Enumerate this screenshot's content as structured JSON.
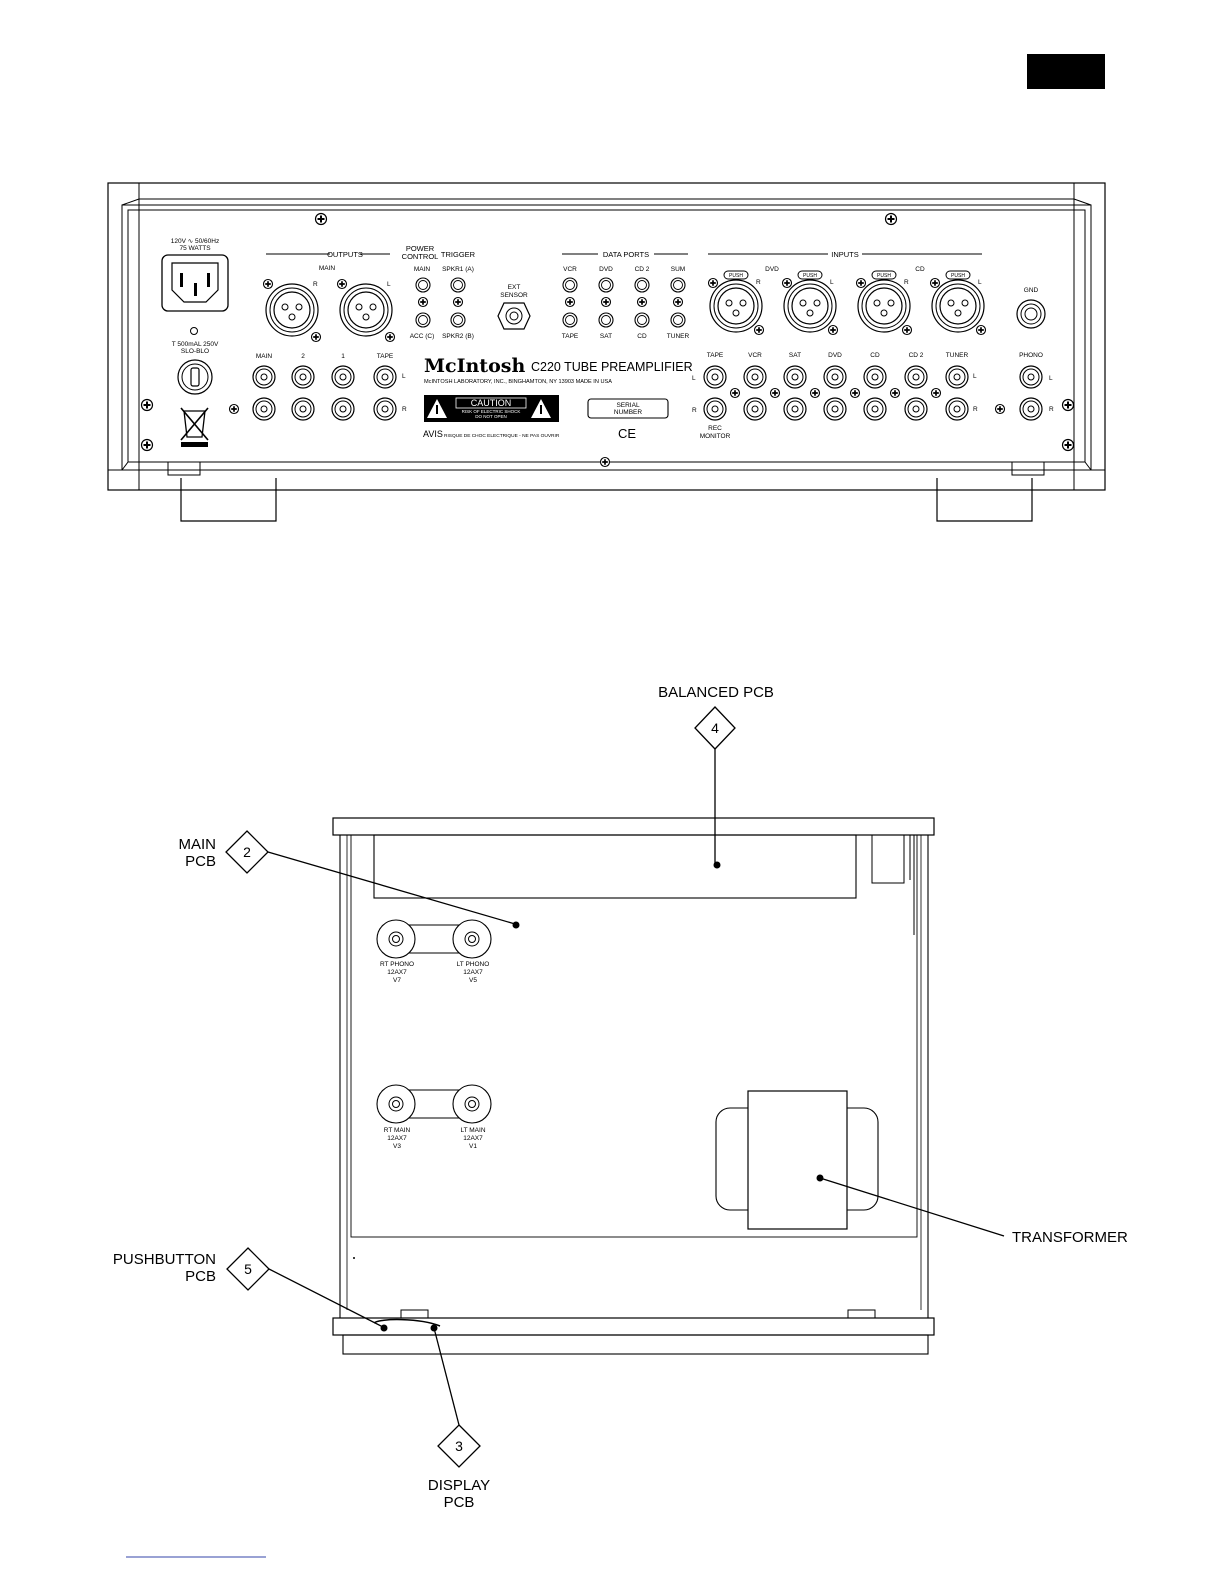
{
  "rear_panel": {
    "power_spec": [
      "120V ∿ 50/60Hz",
      "75 WATTS"
    ],
    "fuse_spec": [
      "T 500mAL 250V",
      "SLO-BLO"
    ],
    "outputs_heading": "OUTPUTS",
    "outputs_main": "MAIN",
    "channel_r": "R",
    "channel_l": "L",
    "power_control": [
      "POWER",
      "CONTROL"
    ],
    "trigger": "TRIGGER",
    "pc_main": "MAIN",
    "spkr1": "SPKR1 (A)",
    "acc": "ACC (C)",
    "spkr2": "SPKR2 (B)",
    "ext_sensor": [
      "EXT",
      "SENSOR"
    ],
    "data_ports_heading": "DATA PORTS",
    "data_ports_top": [
      "VCR",
      "DVD",
      "CD 2",
      "SUM"
    ],
    "data_ports_bottom": [
      "TAPE",
      "SAT",
      "CD",
      "TUNER"
    ],
    "inputs_heading": "INPUTS",
    "push_label": "PUSH",
    "balanced_dvd": "DVD",
    "balanced_cd": "CD",
    "gnd": "GND",
    "output_jacks": [
      "MAIN",
      "2",
      "1",
      "TAPE"
    ],
    "brand": "McIntosh",
    "model": "C220 TUBE PREAMPLIFIER",
    "address": "McINTOSH LABORATORY, INC., BINGHAMTON, NY 13903 MADE IN USA",
    "caution": "CAUTION",
    "caution_sub": [
      "RISK OF ELECTRIC SHOCK",
      "DO NOT OPEN"
    ],
    "serial": [
      "SERIAL",
      "NUMBER"
    ],
    "avis": "AVIS",
    "avis_text": "RISQUE DE CHOC ELECTRIQUE - NE PAS OUVRIR",
    "ce": "CE",
    "input_jacks": [
      "TAPE",
      "VCR",
      "SAT",
      "DVD",
      "CD",
      "CD 2",
      "TUNER"
    ],
    "rec_monitor": [
      "REC",
      "MONITOR"
    ],
    "phono": "PHONO"
  },
  "top_view": {
    "balanced_pcb": "BALANCED  PCB",
    "balanced_num": "4",
    "main_pcb": [
      "MAIN",
      "PCB"
    ],
    "main_num": "2",
    "pushbutton_pcb": [
      "PUSHBUTTON",
      "PCB"
    ],
    "pushbutton_num": "5",
    "display_pcb": [
      "DISPLAY",
      "PCB"
    ],
    "display_num": "3",
    "transformer": "TRANSFORMER",
    "tubes": [
      [
        "RT PHONO",
        "12AX7",
        "V7"
      ],
      [
        "LT PHONO",
        "12AX7",
        "V5"
      ],
      [
        "RT MAIN",
        "12AX7",
        "V3"
      ],
      [
        "LT MAIN",
        "12AX7",
        "V1"
      ]
    ]
  }
}
